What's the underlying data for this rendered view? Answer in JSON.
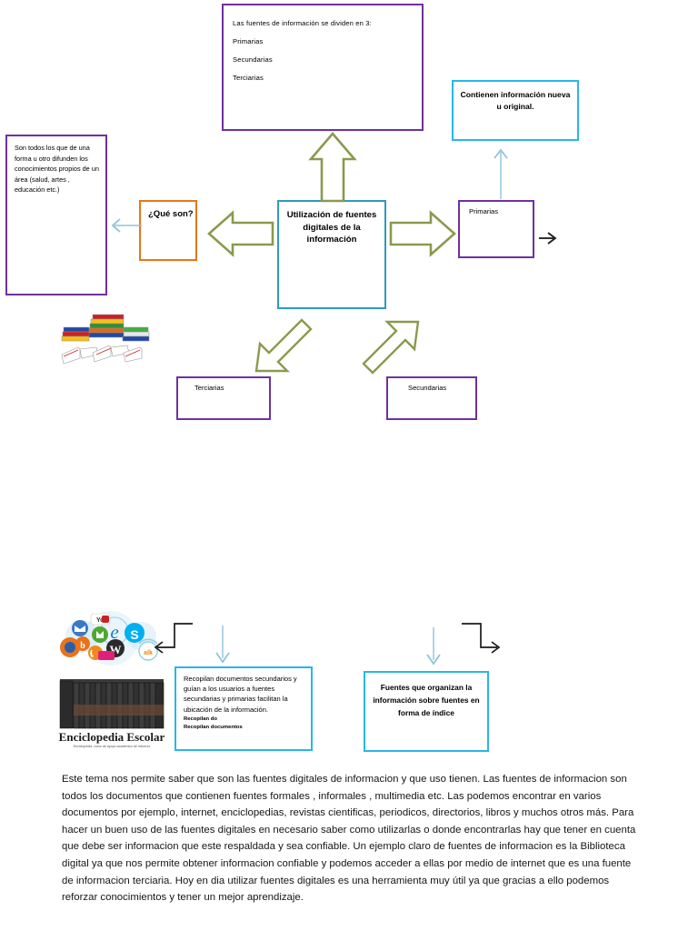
{
  "diagram": {
    "title": "Utilización de fuentes digitales de la información",
    "boxes": {
      "fuentes_divididas": {
        "text": "Las fuentes  de información se dividen en 3:\nPrimarias\nSecundarias\nTerciarias",
        "border_color": "#7030a0"
      },
      "contienen": {
        "text": "Contienen información nueva u original.",
        "border_color": "#29b6e8"
      },
      "son_todos": {
        "text": "Son todos los que de una forma u otro difunden los conocimientos propios de un área (salud, artes , educación etc.)",
        "border_color": "#7030a0"
      },
      "que_son": {
        "text": "¿Qué son?",
        "border_color": "#e8751a"
      },
      "central": {
        "text": "Utilización de fuentes digitales de la información",
        "border_color": "#2e9bbf"
      },
      "primarias": {
        "text": "Primarias",
        "border_color": "#7030a0"
      },
      "terciarias": {
        "text": "Terciarias",
        "border_color": "#7030a0"
      },
      "secundarias": {
        "text": "Secundarias",
        "border_color": "#7030a0"
      },
      "recopilan": {
        "text": "Recopilan documentos secundarios y guían a los usuarios a fuentes secundarias y primarias facilitan la ubicación de la información.",
        "sub_line_1": "Recopilan do",
        "sub_line_2": "Recopilan documentos",
        "border_color": "#29b6e8"
      },
      "organizan": {
        "text": "Fuentes que organizan la información sobre fuentes en forma de índice",
        "border_color": "#29b6e8"
      }
    },
    "images": {
      "books_stack_caption": "books-stack",
      "internet_icons_caption": "internet-icons-cluster",
      "encyclopedia_title": "Enciclopedia Escolar",
      "encyclopedia_subtitle": "Enciclopedia, curso de apoyo academico de refuerzo"
    },
    "arrow_color_block": "#8a9a4e",
    "arrow_color_thin": "#8ec3de",
    "arrow_color_connector": "#1a1a1a"
  },
  "summary": {
    "paragraph": "Este tema nos permite saber que son las fuentes digitales de informacion y que uso tienen. Las fuentes de informacion son todos los documentos que contienen fuentes formales , informales , multimedia etc. Las podemos encontrar en varios documentos por ejemplo, internet, enciclopedias, revistas cientificas, periodicos, directorios, libros y muchos otros más. Para hacer un buen uso de las fuentes digitales en necesario saber como utilizarlas o donde encontrarlas hay que tener en cuenta que debe ser informacion que este respaldada y sea confiable. Un ejemplo claro de fuentes de informacion es la Biblioteca digital ya que nos permite obtener informacion confiable y podemos acceder a ellas por medio de internet que es una fuente de informacion terciaria. Hoy en dia utilizar fuentes digitales es una herramienta muy útil ya que gracias a ello podemos reforzar conocimientos y tener un mejor aprendizaje."
  }
}
